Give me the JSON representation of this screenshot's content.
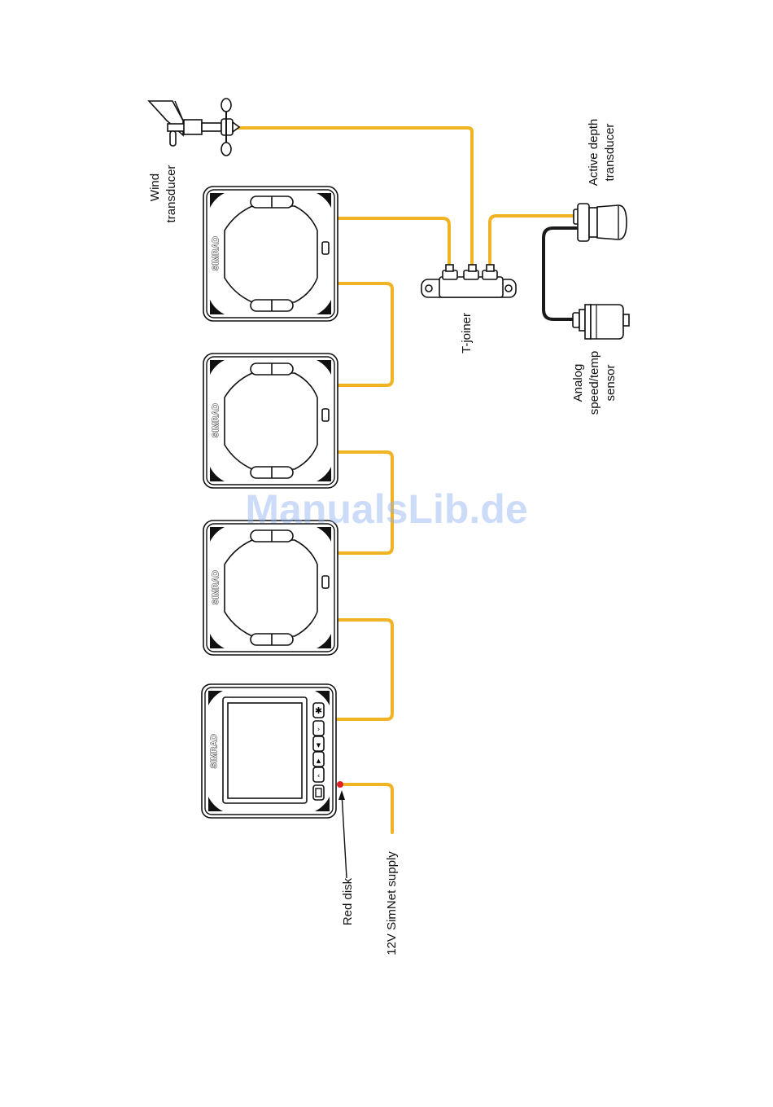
{
  "labels": {
    "wind_line1": "Wind",
    "wind_line2": "transducer",
    "depth_line1": "Active depth",
    "depth_line2": "transducer",
    "tjoiner": "T-joiner",
    "analog_line1": "Analog",
    "analog_line2": "speed/temp",
    "analog_line3": "sensor",
    "red_disk": "Red disk",
    "supply": "12V SimNet supply"
  },
  "brand": "SIMRAD",
  "watermark": "ManualsLib.de",
  "colors": {
    "cable": "#f0b323",
    "black_cable": "#1a1a1a",
    "red_disk": "#e02020",
    "outline": "#111111"
  }
}
